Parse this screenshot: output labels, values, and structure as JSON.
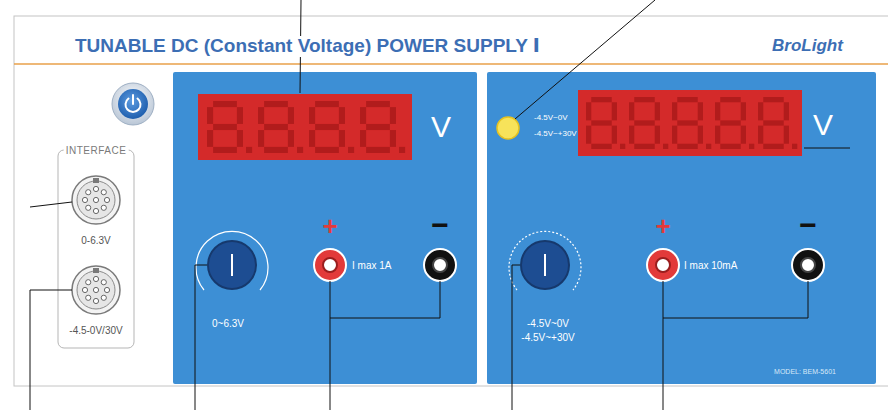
{
  "diagram": {
    "title": "TUNABLE DC (Constant Voltage) POWER SUPPLY Ⅰ",
    "nodes": [
      {
        "text": [
          "INTERFACE",
          "0-6.3V",
          "-4.5-0V/30V"
        ]
      },
      {
        "text": [
          "V",
          "+",
          "−",
          "I max 1A",
          "0~6.3V"
        ]
      },
      {
        "text": [
          "-4.5V~0V",
          "-4.5V~+30V",
          "V",
          "+",
          "−",
          "I max 10mA",
          "-4.5V~0V",
          "-4.5V~+30V"
        ]
      }
    ],
    "labels": [
      "BroLight",
      "MODEL: BEM-5601"
    ]
  }
}
